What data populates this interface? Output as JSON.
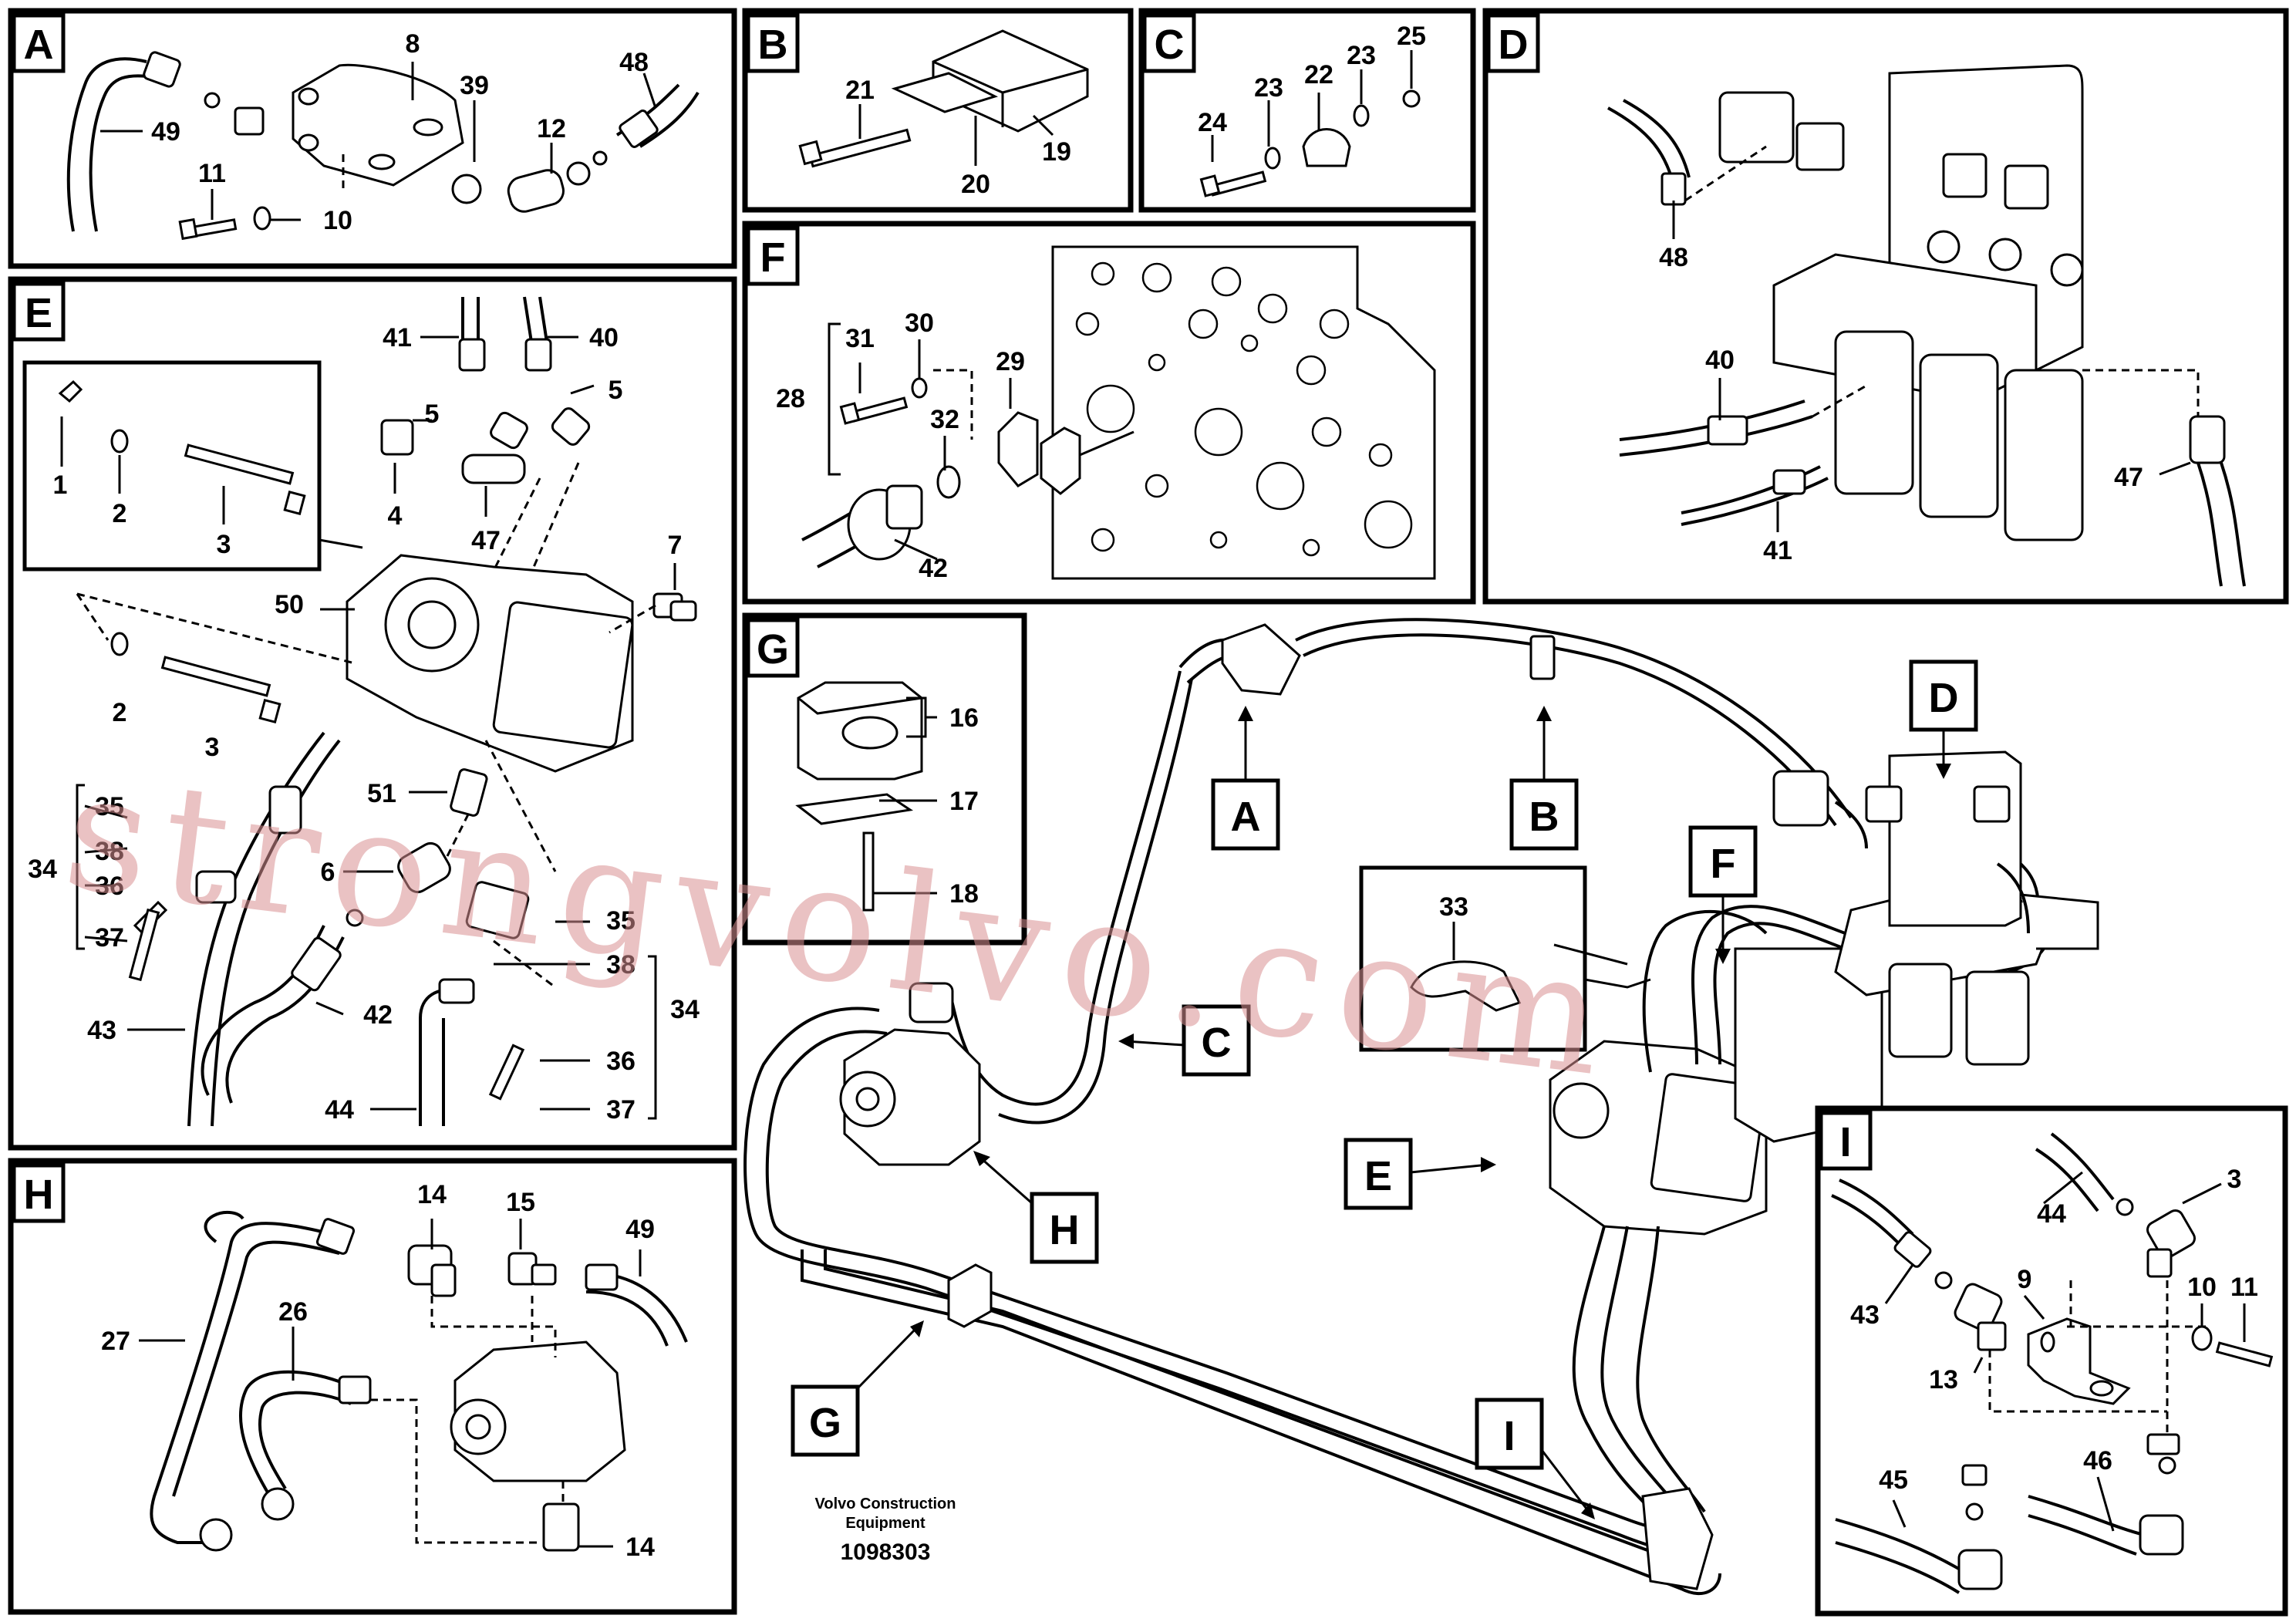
{
  "panels": {
    "A": {
      "letter": "A",
      "labels": [
        "8",
        "39",
        "12",
        "48",
        "49",
        "11",
        "10"
      ]
    },
    "B": {
      "letter": "B",
      "labels": [
        "21",
        "20",
        "19"
      ]
    },
    "C": {
      "letter": "C",
      "labels": [
        "25",
        "24",
        "23",
        "22",
        "23"
      ]
    },
    "D": {
      "letter": "D",
      "labels": [
        "48",
        "40",
        "41",
        "47"
      ]
    },
    "E": {
      "letter": "E",
      "labels": [
        "41",
        "40",
        "5",
        "5",
        "1",
        "2",
        "3",
        "4",
        "47",
        "50",
        "7",
        "2",
        "3",
        "35",
        "38",
        "34",
        "36",
        "37",
        "51",
        "6",
        "35",
        "38",
        "42",
        "34",
        "36",
        "43",
        "44",
        "37"
      ]
    },
    "F": {
      "letter": "F",
      "labels": [
        "31",
        "30",
        "29",
        "28",
        "32",
        "42"
      ]
    },
    "G": {
      "letter": "G",
      "labels": [
        "16",
        "17",
        "18"
      ]
    },
    "H": {
      "letter": "H",
      "labels": [
        "14",
        "15",
        "49",
        "27",
        "26",
        "14"
      ]
    },
    "I": {
      "letter": "I",
      "labels": [
        "44",
        "3",
        "43",
        "9",
        "10",
        "11",
        "13",
        "45",
        "46"
      ]
    }
  },
  "overview": {
    "callouts": [
      "A",
      "B",
      "C",
      "D",
      "E",
      "F",
      "G",
      "H",
      "I"
    ],
    "detail_33": "33"
  },
  "footer": {
    "company": "Volvo Construction",
    "company2": "Equipment",
    "drawing_number": "1098303"
  },
  "watermark": "strongvolvo.com"
}
